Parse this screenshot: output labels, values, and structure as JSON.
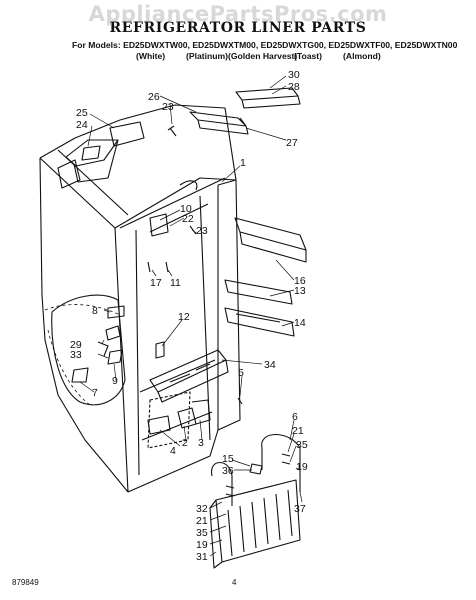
{
  "watermark": "AppliancePartsPros.com",
  "title": "REFRIGERATOR LINER PARTS",
  "models_line": "For Models: ED25DWXTW00, ED25DWXTM00, ED25DWXTG00, ED25DWXTF00, ED25DWXTN00",
  "finishes": [
    "(White)",
    "(Platinum)",
    "(Golden Harvest)",
    "(Toast)",
    "(Almond)"
  ],
  "part_labels": [
    "30",
    "28",
    "26",
    "23",
    "25",
    "24",
    "27",
    "1",
    "10",
    "22",
    "23",
    "17",
    "11",
    "16",
    "13",
    "8",
    "12",
    "29",
    "33",
    "14",
    "9",
    "7",
    "34",
    "5",
    "6",
    "21",
    "35",
    "19",
    "15",
    "36",
    "2",
    "3",
    "4",
    "32",
    "21",
    "35",
    "19",
    "31",
    "37"
  ],
  "footer": {
    "code": "879849",
    "page": "4"
  }
}
